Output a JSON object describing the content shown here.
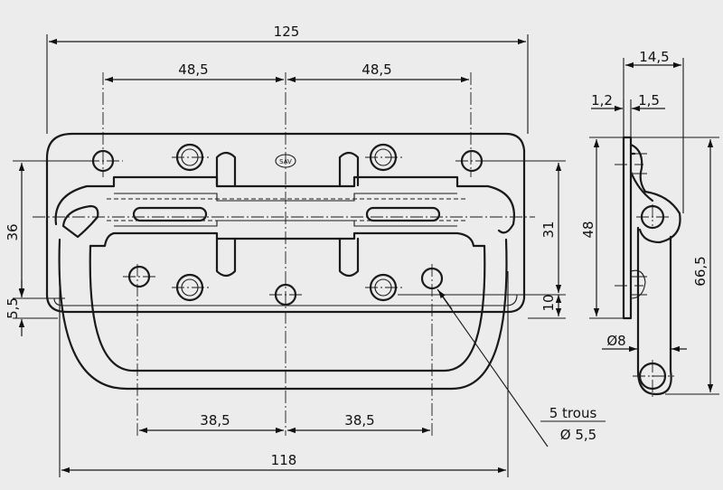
{
  "front_view": {
    "overall_width": "125",
    "hole_spacing_left": "48,5",
    "hole_spacing_right": "48,5",
    "plate_height": "36",
    "bottom_offset": "5,5",
    "handle_height": "31",
    "lower_offset": "10",
    "lower_spacing_left": "38,5",
    "lower_spacing_right": "38,5",
    "handle_width": "118",
    "mark": "SAV"
  },
  "side_view": {
    "depth": "14,5",
    "plate_thickness": "1,2",
    "offset": "1,5",
    "plate_length": "48",
    "total_height": "66,5",
    "rod_diameter": "Ø8"
  },
  "note": {
    "holes": "5 trous",
    "hole_diameter": "Ø 5,5"
  }
}
